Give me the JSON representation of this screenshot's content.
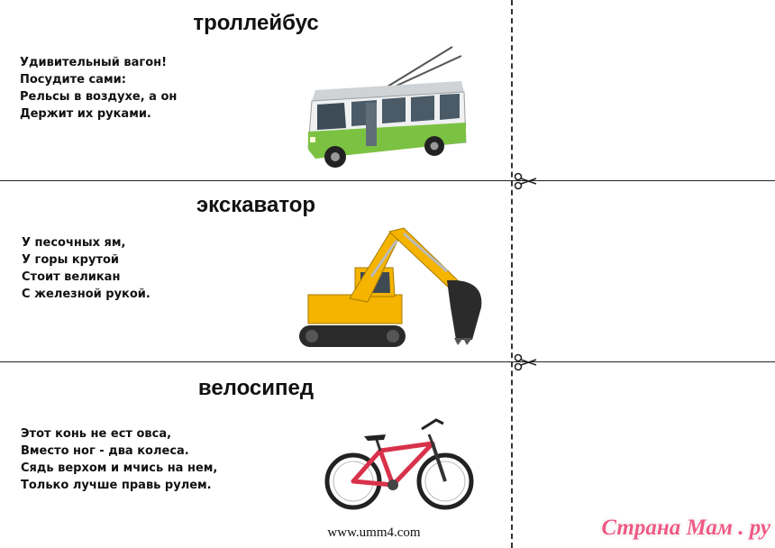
{
  "cards": [
    {
      "title": "троллейбус",
      "lines": [
        "Удивительный вагон!",
        "Посудите сами:",
        "Рельсы в воздухе, а он",
        "Держит их руками."
      ],
      "image_icon": "trolleybus-icon"
    },
    {
      "title": "экскаватор",
      "lines": [
        "У песочных ям,",
        "У горы крутой",
        "Стоит великан",
        "С железной рукой."
      ],
      "image_icon": "excavator-icon"
    },
    {
      "title": "велосипед",
      "lines": [
        "Этот конь не ест овса,",
        "Вместо ног - два колеса.",
        "Сядь верхом и мчись на нем,",
        "Только лучше правь рулем."
      ],
      "image_icon": "bicycle-icon"
    }
  ],
  "footer": {
    "site": "www.umm4.com",
    "brand": "Страна Мам . ру"
  },
  "colors": {
    "trolleybus_green": "#7cc242",
    "excavator_yellow": "#f4b400",
    "bicycle_red": "#d8324a",
    "brand_pink": "#ee5a85"
  }
}
